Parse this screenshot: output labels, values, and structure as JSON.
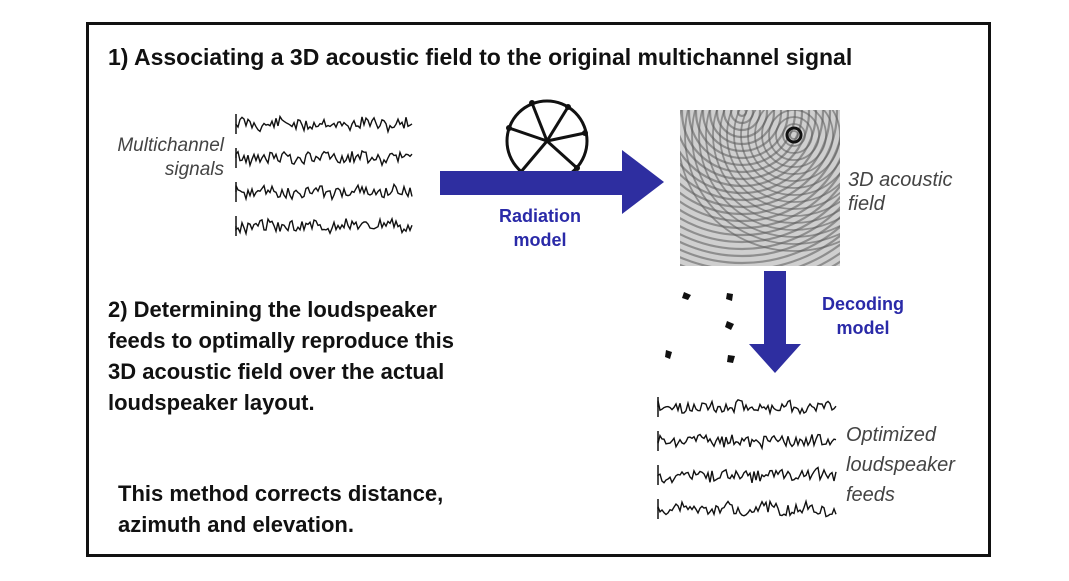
{
  "diagram": {
    "step1_title": "1) Associating a 3D acoustic field to the original multichannel signal",
    "input_label_line1": "Multichannel",
    "input_label_line2": "signals",
    "radiation_label_line1": "Radiation",
    "radiation_label_line2": "model",
    "field_label_line1": "3D acoustic",
    "field_label_line2": "field",
    "decoding_label_line1": "Decoding",
    "decoding_label_line2": "model",
    "step2_lines": [
      "2) Determining the loudspeaker",
      "feeds to optimally reproduce this",
      "3D acoustic field over the actual",
      "loudspeaker layout."
    ],
    "note_line1": "This method corrects distance,",
    "note_line2": "azimuth and elevation.",
    "output_label_line1": "Optimized",
    "output_label_line2": "loudspeaker",
    "output_label_line3": "feeds",
    "colors": {
      "arrow": "#2e2ea0",
      "label_blue": "#2a2aa8",
      "text": "#111111",
      "italic_text": "#444444"
    }
  }
}
